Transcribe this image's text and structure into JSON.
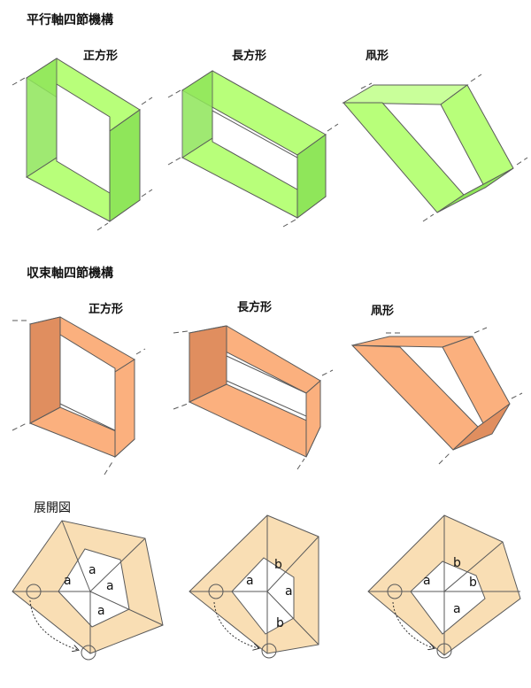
{
  "sections": {
    "parallel": {
      "title": "平行軸四節機構",
      "labels": [
        "正方形",
        "長方形",
        "凧形"
      ]
    },
    "convergent": {
      "title": "収束軸四節機構",
      "labels": [
        "正方形",
        "長方形",
        "凧形"
      ]
    },
    "development": {
      "title": "展開図",
      "triangle_labels": {
        "square": [
          "a",
          "a",
          "a",
          "a"
        ],
        "rectangle": [
          "b",
          "a",
          "a",
          "b"
        ],
        "kite": [
          "b",
          "a",
          "b",
          "a"
        ]
      }
    }
  },
  "colors": {
    "parallel_fill": "#b8ff7a",
    "parallel_dark": "#8fe65a",
    "convergent_fill": "#fbb07e",
    "convergent_dark": "#e08e5f",
    "development_fill": "#f9deb4",
    "stroke": "#5a5a5a"
  }
}
